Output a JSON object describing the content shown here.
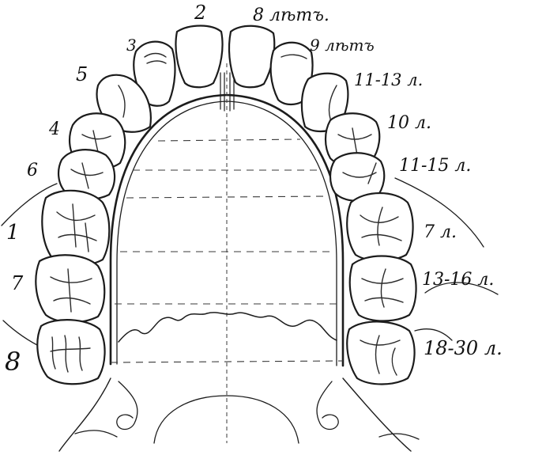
{
  "tooth_numbers": {
    "left_1": "1",
    "top_2": "2",
    "top_3": "3",
    "left_4": "4",
    "upper_5": "5",
    "left_6": "6",
    "left_7": "7",
    "left_8": "8"
  },
  "age_labels": {
    "central_incisor": "8 лѣтъ.",
    "lateral_incisor": "9 лѣтъ",
    "canine": "11-13 л.",
    "first_premolar": "10 л.",
    "second_premolar": "11-15 л.",
    "first_molar": "7 л.",
    "second_molar": "13-16 л.",
    "third_molar": "18-30 л."
  },
  "colors": {
    "ink": "#1c1c1c",
    "paper": "#ffffff"
  }
}
